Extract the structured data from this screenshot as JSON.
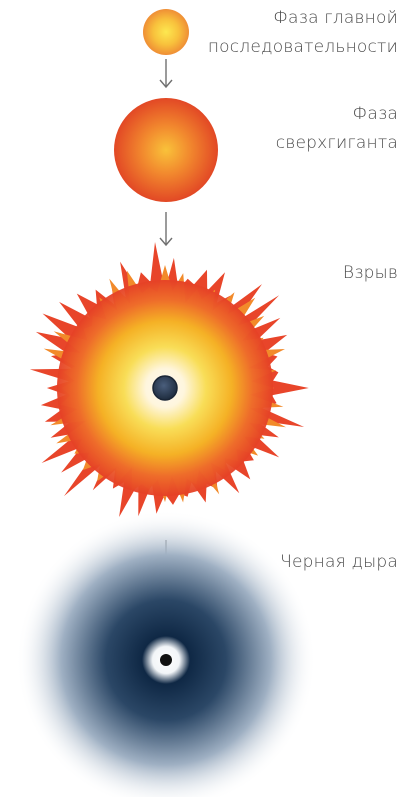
{
  "stages": [
    {
      "id": "main-sequence",
      "lines": [
        "Фаза главной",
        "последовательности"
      ]
    },
    {
      "id": "supergiant",
      "lines": [
        "Фаза",
        "сверхгиганта"
      ]
    },
    {
      "id": "explosion",
      "lines": [
        "Взрыв"
      ]
    },
    {
      "id": "black-hole",
      "lines": [
        "Черная дыра"
      ]
    }
  ],
  "colors": {
    "text": "#4a4a4a",
    "arrow": "#707070",
    "main_sequence_core": "#fbe04a",
    "main_sequence_edge": "#f0913a",
    "supergiant_core": "#f8b13a",
    "supergiant_edge": "#e64a24",
    "explosion_outer": "#e8432a",
    "explosion_mid": "#f7c21e",
    "black_hole_halo": "#0f2640",
    "remnant_core": "#2c3e55"
  }
}
